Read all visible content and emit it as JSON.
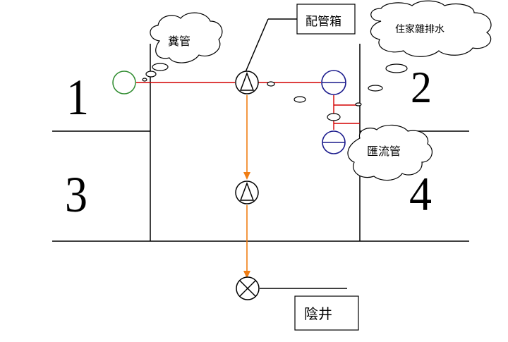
{
  "zone_numbers": {
    "zone1": "1",
    "zone2": "2",
    "zone3": "3",
    "zone4": "4"
  },
  "labels": {
    "haikanbako": "配管箱",
    "funkan": "糞管",
    "jukazatsuhaisui": "住家雜排水",
    "itsuryukan": "匯流管",
    "insei": "陰井"
  },
  "colors": {
    "lines": "#000000",
    "red_pipe": "#d40000",
    "orange_pipe": "#f07d13",
    "green_node": "#2e8b2e",
    "blue_node": "#1a1a8c"
  }
}
